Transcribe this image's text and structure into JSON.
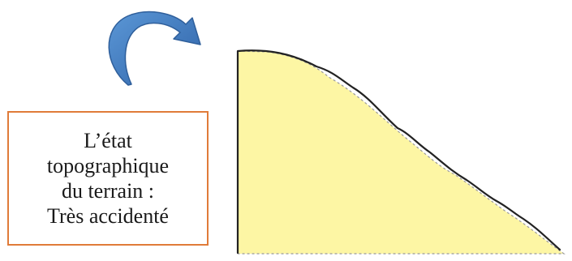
{
  "caption": {
    "lines": [
      "L’état",
      "topographique",
      "du terrain :",
      "Très accidenté"
    ]
  },
  "colors": {
    "terrain_fill": "#fdf6a4",
    "terrain_outline": "#222222",
    "arrow_fill": "#3f7cc2",
    "arrow_edge": "#2f5f9b",
    "box_border": "#e07b39"
  },
  "icons": {
    "arrow": "curved-arrow-icon"
  }
}
